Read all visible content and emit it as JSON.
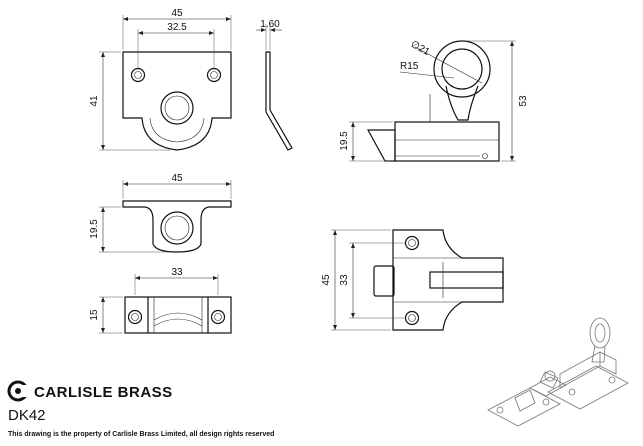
{
  "brand": {
    "name": "CARLISLE BRASS",
    "product_code": "DK42",
    "footer": "This drawing is the property of Carlisle Brass Limited, all design rights reserved"
  },
  "dimensions": {
    "top_plate_width": "45",
    "top_hole_spacing": "32.5",
    "top_height": "41",
    "thickness": "1.60",
    "mid_width": "45",
    "mid_height": "19.5",
    "keep_hole_spacing": "33",
    "keep_height": "15",
    "ring_diameter": "∅21",
    "ring_radius": "R15",
    "overall_height": "53",
    "bolt_height": "19.5",
    "front_outer_height": "45",
    "front_hole_spacing": "33"
  }
}
